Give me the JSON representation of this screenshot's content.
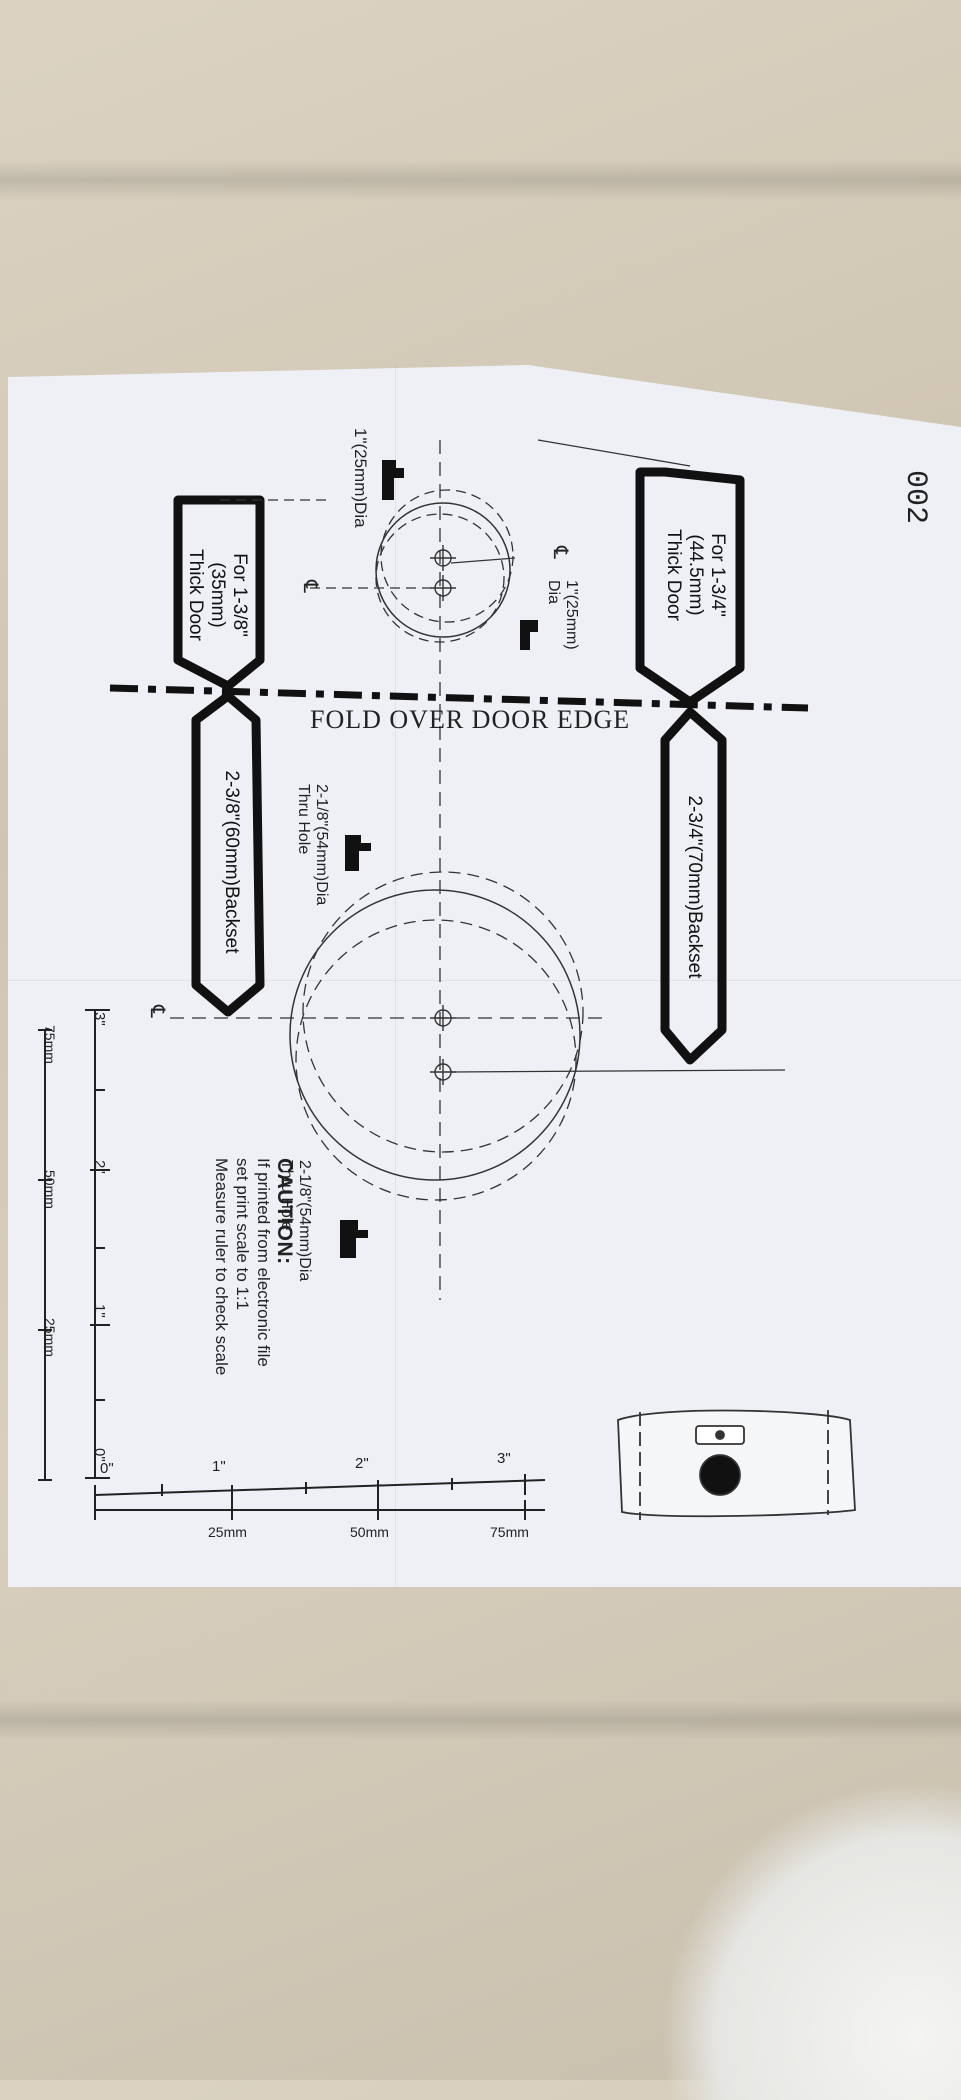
{
  "page_number": "002",
  "door_thick_1": {
    "line1": "For 1-3/4\"",
    "line2": "(44.5mm)",
    "line3": "Thick Door"
  },
  "door_thick_2": {
    "line1": "For 1-3/8\"",
    "line2": "(35mm)",
    "line3": "Thick Door"
  },
  "backset_70": "2-3/4\"(70mm)Backset",
  "backset_60": "2-3/8\"(60mm)Backset",
  "fold_text": "FOLD OVER DOOR EDGE",
  "hole_small_1": {
    "line1": "1\"(25mm)",
    "line2": "Dia"
  },
  "hole_small_2": "1\"(25mm)Dia",
  "hole_large_1": {
    "line1": "2-1/8\"(54mm)Dia",
    "line2": "Thru Hole"
  },
  "hole_large_2": {
    "line1": "2-1/8\"(54mm)Dia",
    "line2": "Thru Hole"
  },
  "centerline_symbol": "℄",
  "caution": {
    "head": "CAUTION:",
    "line1": "If printed from electronic file",
    "line2": "set print scale to 1:1",
    "line3": "Measure ruler to check scale"
  },
  "ruler_bottom": {
    "inch_labels": [
      "0\"",
      "1\"",
      "2\"",
      "3\""
    ],
    "mm_labels": [
      "25mm",
      "50mm",
      "75mm"
    ]
  },
  "ruler_vertical": {
    "inch_labels": [
      "0\"",
      "1\"",
      "2\"",
      "3\""
    ],
    "mm_labels": [
      "25mm",
      "50mm",
      "75mm"
    ]
  }
}
